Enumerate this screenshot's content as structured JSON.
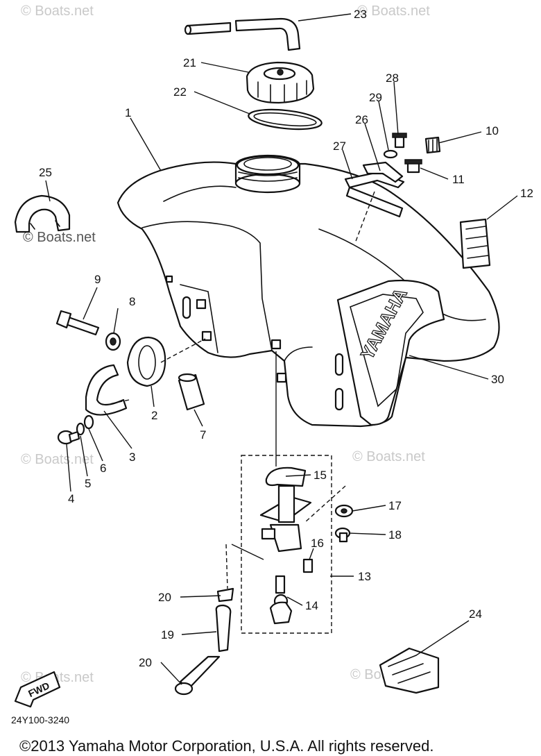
{
  "diagram": {
    "footer": "©2013 Yamaha Motor Corporation, U.S.A. All rights reserved.",
    "diagram_code": "24Y100-3240",
    "fwd_label": "FWD",
    "tank_logo": "YAMAHA",
    "watermark": "© Boats.net",
    "callouts": [
      "1",
      "2",
      "3",
      "4",
      "5",
      "6",
      "7",
      "8",
      "9",
      "10",
      "11",
      "12",
      "13",
      "14",
      "15",
      "16",
      "17",
      "18",
      "19",
      "20",
      "20",
      "21",
      "22",
      "23",
      "24",
      "25",
      "26",
      "27",
      "28",
      "29",
      "30"
    ]
  }
}
